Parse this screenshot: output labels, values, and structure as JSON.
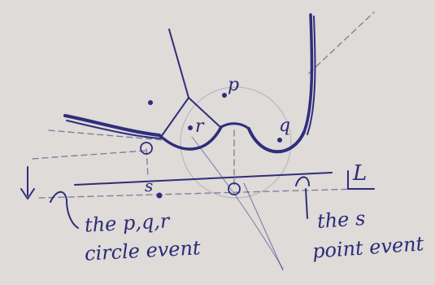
{
  "labels": {
    "site_p": "p",
    "site_q": "q",
    "site_r": "r",
    "site_s": "s",
    "sweep_line": "L",
    "circle_event_1": "the p,q,r",
    "circle_event_2": "circle event",
    "point_event_1": "the s",
    "point_event_2": "point event"
  },
  "colors": {
    "paper": "#dedbd8",
    "ink": "#2e2d7c"
  }
}
